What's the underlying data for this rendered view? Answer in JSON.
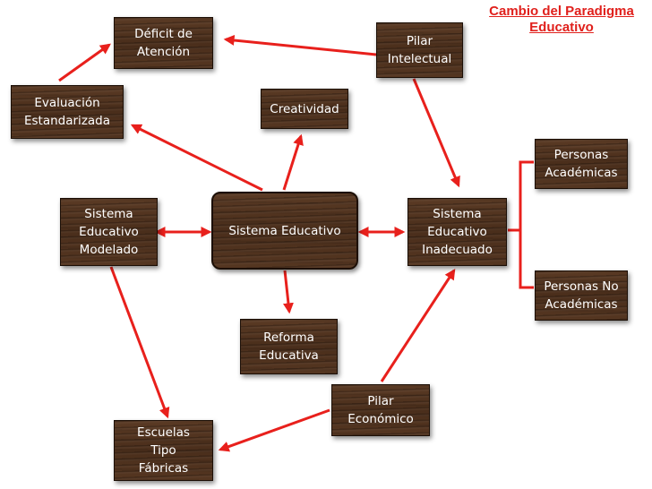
{
  "title": "Cambio del Paradigma\nEducativo",
  "nodes": {
    "deficit": "Déficit de\nAtención",
    "pilar_intelectual": "Pilar\nIntelectual",
    "evaluacion": "Evaluación\nEstandarizada",
    "creatividad": "Creatividad",
    "personas_academicas": "Personas\nAcadémicas",
    "sistema_modelado": "Sistema\nEducativo\nModelado",
    "sistema_educativo": "Sistema Educativo",
    "sistema_inadecuado": "Sistema\nEducativo\nInadecuado",
    "personas_no_academicas": "Personas No\nAcadémicas",
    "reforma": "Reforma\nEducativa",
    "pilar_economico": "Pilar\nEconómico",
    "escuelas": "Escuelas\nTipo\nFábricas"
  },
  "colors": {
    "arrow": "#e8201c",
    "node_fill": "#4e321f",
    "title": "#e0201c"
  }
}
